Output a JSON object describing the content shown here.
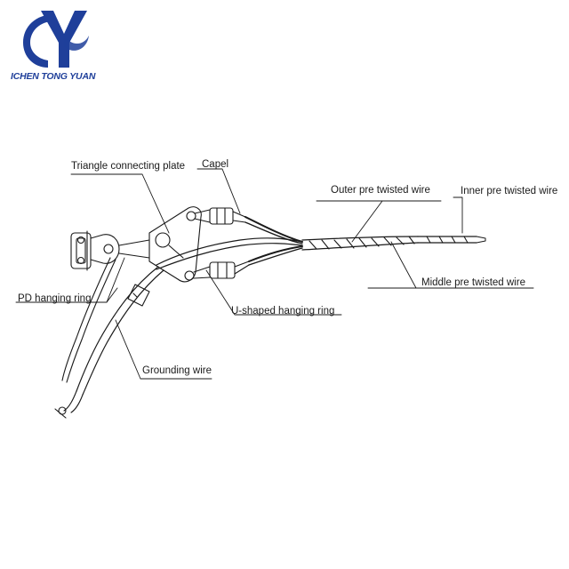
{
  "logo": {
    "text": "ICHEN TONG YUAN",
    "color": "#1f3f9a"
  },
  "labels": {
    "triangle_connecting_plate": "Triangle connecting plate",
    "capel": "Capel",
    "outer_pre_twisted_wire": "Outer pre twisted wire",
    "inner_pre_twisted_wire": "Inner pre twisted wire",
    "pd_hanging_ring": "PD hanging ring",
    "u_shaped_hanging_ring": "U-shaped hanging ring",
    "middle_pre_twisted_wire": "Middle pre twisted wire",
    "grounding_wire": "Grounding wire"
  },
  "colors": {
    "line": "#1a1a1a",
    "background": "#ffffff"
  }
}
